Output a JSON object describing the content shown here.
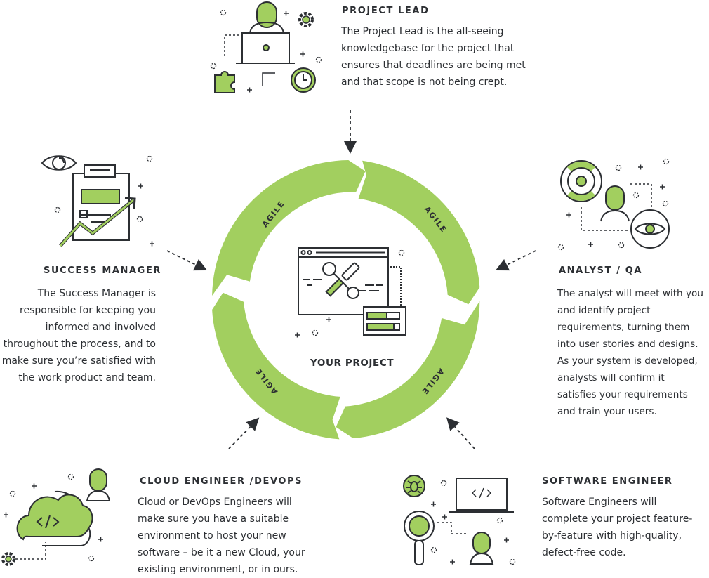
{
  "center": {
    "label": "YOUR PROJECT",
    "cycle_label": "AGILE"
  },
  "roles": {
    "project_lead": {
      "title": "PROJECT LEAD",
      "description": "The Project Lead is the all-seeing\nknowledgebase for the project that\nensures that deadlines are being met\nand that scope is not being crept."
    },
    "success_manager": {
      "title": "SUCCESS MANAGER",
      "description": "The Success Manager is\nresponsible for keeping you\ninformed and involved\nthroughout the process, and to\nmake sure you’re satisfied with\nthe work product and team."
    },
    "analyst_qa": {
      "title": "ANALYST / QA",
      "description": "The analyst will meet with you\nand identify project\nrequirements, turning them\ninto user stories and designs.\nAs your system is developed,\nanalysts will confirm it\nsatisfies your requirements\nand train your users."
    },
    "cloud_engineer": {
      "title": "CLOUD ENGINEER /DEVOPS",
      "description": "Cloud or DevOps Engineers will\nmake sure you have a suitable\nenvironment to host your new\nsoftware – be it a new Cloud, your\nexisting environment, or in ours."
    },
    "software_engineer": {
      "title": "SOFTWARE ENGINEER",
      "description": "Software Engineers will\ncomplete your project feature-\nby-feature with high-quality,\ndefect-free code."
    }
  },
  "colors": {
    "accent": "#a2cf5f",
    "ink": "#2c2f33"
  }
}
